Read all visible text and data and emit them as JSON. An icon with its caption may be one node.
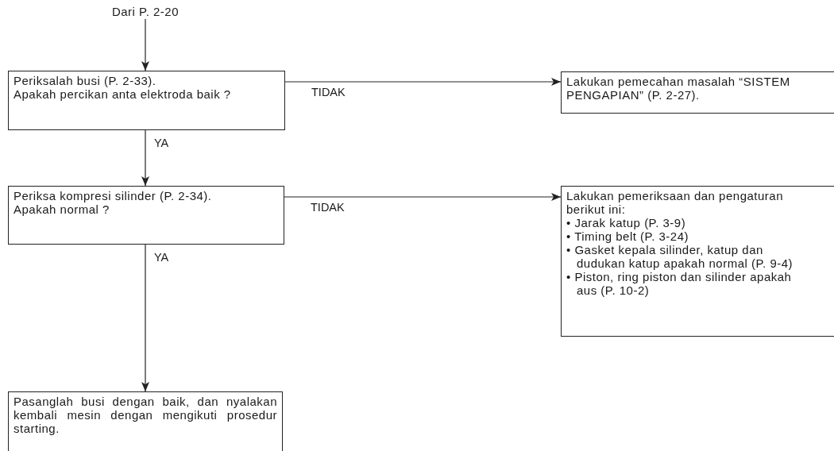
{
  "diagram": {
    "nodes": [
      {
        "text": [
          "Dari  P. 2-20"
        ]
      },
      {
        "text": [
          "Periksalah busi (P. 2-33).",
          "Apakah percikan anta elektroda baik ?"
        ]
      },
      {
        "text": [
          "Lakukan pemecahan masalah “SISTEM PENGAPIAN” (P. 2-27)."
        ]
      },
      {
        "text": [
          "Periksa kompresi silinder (P. 2-34).",
          "Apakah normal ?"
        ]
      },
      {
        "text": [
          "Lakukan pemeriksaan dan pengaturan berikut ini:",
          "• Jarak katup (P. 3-9)",
          "• Timing belt (P. 3-24)",
          "• Gasket kepala silinder, katup dan dudukan katup apakah normal (P. 9-4)",
          "• Piston, ring piston dan silinder apakah aus (P. 10-2)"
        ]
      },
      {
        "text": [
          "Pasanglah busi dengan baik, dan nyalakan kembali mesin dengan mengikuti prosedur starting."
        ]
      }
    ],
    "edges": [
      {
        "from": 0,
        "to": 1,
        "arrow": "to"
      },
      {
        "from": 1,
        "to": 2,
        "arrow": "to",
        "label": "TIDAK"
      },
      {
        "from": 1,
        "to": 3,
        "arrow": "to",
        "label": "YA"
      },
      {
        "from": 3,
        "to": 4,
        "arrow": "to",
        "label": "TIDAK"
      },
      {
        "from": 3,
        "to": 5,
        "arrow": "to",
        "label": "YA"
      }
    ]
  }
}
